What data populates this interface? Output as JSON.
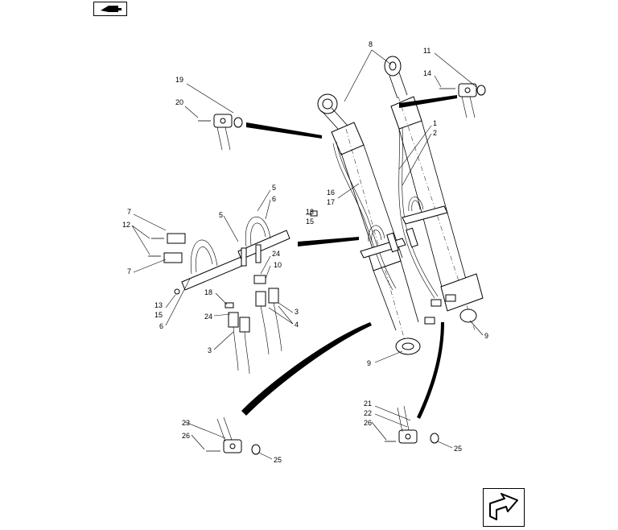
{
  "navigation": {
    "back_icon": "page-back-icon",
    "next_icon": "page-next-icon"
  },
  "diagram": {
    "callouts": [
      {
        "id": "c8",
        "text": "8"
      },
      {
        "id": "c11",
        "text": "11"
      },
      {
        "id": "c14",
        "text": "14"
      },
      {
        "id": "c19",
        "text": "19"
      },
      {
        "id": "c20",
        "text": "20"
      },
      {
        "id": "c1",
        "text": "1"
      },
      {
        "id": "c2",
        "text": "2"
      },
      {
        "id": "c16",
        "text": "16"
      },
      {
        "id": "c17",
        "text": "17"
      },
      {
        "id": "c5a",
        "text": "5"
      },
      {
        "id": "c6a",
        "text": "6"
      },
      {
        "id": "c5b",
        "text": "5"
      },
      {
        "id": "c7a",
        "text": "7"
      },
      {
        "id": "c12",
        "text": "12"
      },
      {
        "id": "c13a",
        "text": "13"
      },
      {
        "id": "c15a",
        "text": "15"
      },
      {
        "id": "c7b",
        "text": "7"
      },
      {
        "id": "c24a",
        "text": "24"
      },
      {
        "id": "c10",
        "text": "10"
      },
      {
        "id": "c18",
        "text": "18"
      },
      {
        "id": "c13b",
        "text": "13"
      },
      {
        "id": "c15b",
        "text": "15"
      },
      {
        "id": "c6b",
        "text": "6"
      },
      {
        "id": "c24b",
        "text": "24"
      },
      {
        "id": "c3a",
        "text": "3"
      },
      {
        "id": "c4",
        "text": "4"
      },
      {
        "id": "c3b",
        "text": "3"
      },
      {
        "id": "c9a",
        "text": "9"
      },
      {
        "id": "c9b",
        "text": "9"
      },
      {
        "id": "c21",
        "text": "21"
      },
      {
        "id": "c22",
        "text": "22"
      },
      {
        "id": "c26a",
        "text": "26"
      },
      {
        "id": "c25a",
        "text": "25"
      },
      {
        "id": "c23",
        "text": "23"
      },
      {
        "id": "c26b",
        "text": "26"
      },
      {
        "id": "c25b",
        "text": "25"
      }
    ]
  }
}
